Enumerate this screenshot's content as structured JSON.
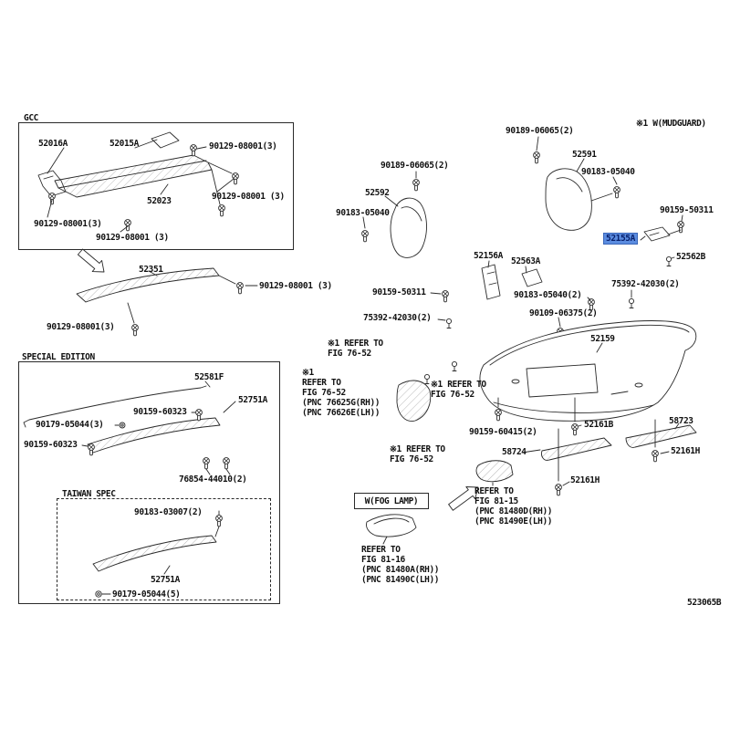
{
  "diagram": {
    "title_code": "523065B",
    "highlight_color": "#5b8ce0",
    "line_color": "#2a2a2a"
  },
  "sections": {
    "gcc": "GCC",
    "special_edition": "SPECIAL EDITION",
    "taiwan_spec": "TAIWAN SPEC",
    "fog_lamp": "W(FOG LAMP)",
    "mudguard_note": "※1 W(MUDGUARD)"
  },
  "labels": [
    {
      "text": "52016A"
    },
    {
      "text": "52015A"
    },
    {
      "text": "90129-08001(3)"
    },
    {
      "text": "52023"
    },
    {
      "text": "90129-08001 (3)"
    },
    {
      "text": "90129-08001(3)"
    },
    {
      "text": "90129-08001 (3)"
    },
    {
      "text": "52351"
    },
    {
      "text": "90129-08001 (3)"
    },
    {
      "text": "90129-08001(3)"
    },
    {
      "text": "52581F"
    },
    {
      "text": "52751A"
    },
    {
      "text": "90159-60323"
    },
    {
      "text": "90179-05044(3)"
    },
    {
      "text": "90159-60323"
    },
    {
      "text": "76854-44010(2)"
    },
    {
      "text": "90183-03007(2)"
    },
    {
      "text": "52751A"
    },
    {
      "text": "90179-05044(5)"
    },
    {
      "text": "90189-06065(2)"
    },
    {
      "text": "52591"
    },
    {
      "text": "90183-05040"
    },
    {
      "text": "90189-06065(2)"
    },
    {
      "text": "52592"
    },
    {
      "text": "90183-05040"
    },
    {
      "text": "90159-50311"
    },
    {
      "text": "52155A"
    },
    {
      "text": "52562B"
    },
    {
      "text": "52156A"
    },
    {
      "text": "52563A"
    },
    {
      "text": "90159-50311"
    },
    {
      "text": "90183-05040(2)"
    },
    {
      "text": "75392-42030(2)"
    },
    {
      "text": "75392-42030(2)"
    },
    {
      "text": "90109-06375(2)"
    },
    {
      "text": "52159"
    },
    {
      "text": "※1 REFER TO\nFIG 76-52"
    },
    {
      "text": "※1\nREFER TO\nFIG 76-52\n(PNC 76625G(RH))\n(PNC 76626E(LH))"
    },
    {
      "text": "※1 REFER TO\nFIG 76-52"
    },
    {
      "text": "90159-60415(2)"
    },
    {
      "text": "52161B"
    },
    {
      "text": "58723"
    },
    {
      "text": "※1 REFER TO\nFIG 76-52"
    },
    {
      "text": "58724"
    },
    {
      "text": "52161H"
    },
    {
      "text": "52161H"
    },
    {
      "text": "REFER TO\nFIG 81-15\n(PNC 81480D(RH))\n(PNC 81490E(LH))"
    },
    {
      "text": "REFER TO\nFIG 81-16\n(PNC 81480A(RH))\n(PNC 81490C(LH))"
    }
  ]
}
